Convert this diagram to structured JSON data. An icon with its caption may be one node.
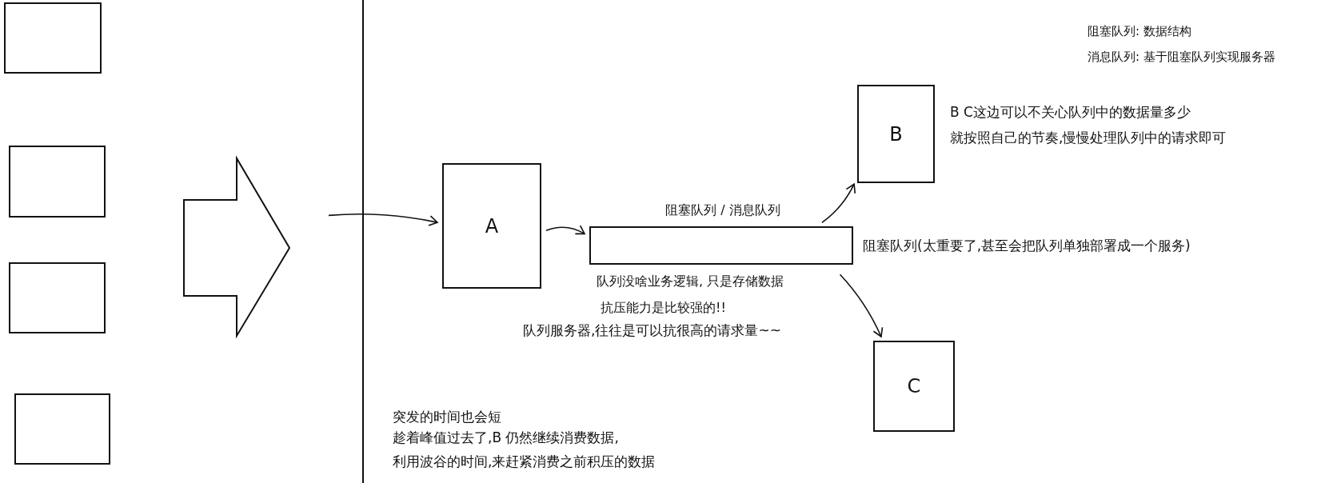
{
  "diagram": {
    "nodes": [
      {
        "text": [],
        "shape": "box"
      },
      {
        "text": [],
        "shape": "box"
      },
      {
        "text": [],
        "shape": "box"
      },
      {
        "text": [],
        "shape": "box"
      },
      {
        "text": [
          "A"
        ]
      },
      {
        "text": [
          "阻塞队列 / 消息队列"
        ],
        "beside": [
          "阻塞队列(太重要了,甚至会把队列单独部署成一个服务)"
        ]
      },
      {
        "text": [
          "B"
        ]
      },
      {
        "text": [
          "C"
        ]
      }
    ],
    "edges": [
      {
        "from": null,
        "to": 4,
        "arrow": "to"
      },
      {
        "from": 4,
        "to": 5,
        "arrow": "to"
      },
      {
        "from": 5,
        "to": 6,
        "arrow": "to"
      },
      {
        "from": 5,
        "to": 7,
        "arrow": "to"
      }
    ],
    "labels": [
      "阻塞队列: 数据结构",
      "消息队列: 基于阻塞队列实现服务器",
      "B C这边可以不关心队列中的数据量多少",
      "就按照自己的节奏,慢慢处理队列中的请求即可",
      "队列没啥业务逻辑, 只是存储数据",
      "抗压能力是比较强的!!",
      "队列服务器,往往是可以抗很高的请求量~~",
      "突发的时间也会短",
      "趁着峰值过去了,B 仍然继续消费数据,",
      "利用波谷的时间,来赶紧消费之前积压的数据"
    ]
  }
}
